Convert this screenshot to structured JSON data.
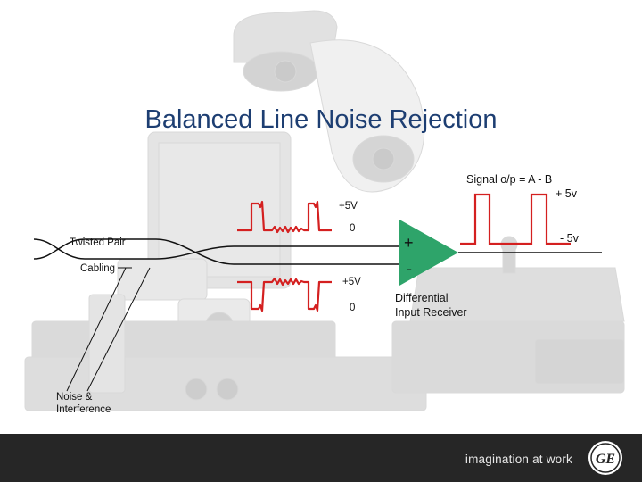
{
  "title": "Balanced Line Noise Rejection",
  "labels": {
    "twisted_pair": "Twisted Pair",
    "cabling": "Cabling",
    "noise": "Noise &",
    "interference": "Interference",
    "top_plus5": "+5V",
    "top_zero": "0",
    "bot_plus5": "+5V",
    "bot_zero": "0",
    "plus_input": "+",
    "minus_input": "-",
    "receiver_line1": "Differential",
    "receiver_line2": "Input Receiver",
    "signal_out": "Signal o/p =  A - B",
    "out_plus": "+ 5v",
    "out_minus": "- 5v"
  },
  "footer": {
    "tagline": "imagination at work",
    "logo_text": "GE"
  },
  "colors": {
    "title": "#1d3e72",
    "waveform": "#d42020",
    "amplifier": "#2ea46a",
    "footer_bg": "#262626"
  }
}
